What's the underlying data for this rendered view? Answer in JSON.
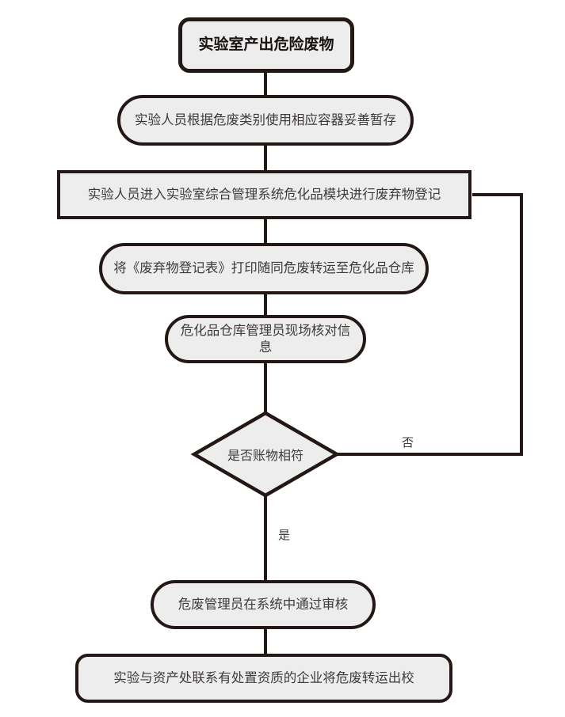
{
  "flowchart": {
    "nodes": [
      {
        "id": "start",
        "type": "rounded-rect",
        "label": "实验室产出危险废物"
      },
      {
        "id": "temp-storage",
        "type": "stadium",
        "label": "实验人员根据危废类别使用相应容器妥善暂存"
      },
      {
        "id": "register-waste",
        "type": "rect",
        "label": "实验人员进入实验室综合管理系统危化品模块进行废弃物登记"
      },
      {
        "id": "print-transfer",
        "type": "stadium",
        "label": "将《废弃物登记表》打印随同危废转运至危化品仓库"
      },
      {
        "id": "warehouse-check",
        "type": "stadium",
        "label": "危化品仓库管理员现场核对信息"
      },
      {
        "id": "decision-match",
        "type": "diamond",
        "label": "是否账物相符"
      },
      {
        "id": "system-approval",
        "type": "stadium",
        "label": "危废管理员在系统中通过审核"
      },
      {
        "id": "end",
        "type": "rounded-rect",
        "label": "实验与资产处联系有处置资质的企业将危废转运出校"
      }
    ],
    "edge_labels": {
      "yes": "是",
      "no": "否"
    },
    "colors": {
      "node_fill": "#ededed",
      "node_border": "#231815",
      "text": "#3e3a39",
      "background": "#ffffff"
    }
  }
}
